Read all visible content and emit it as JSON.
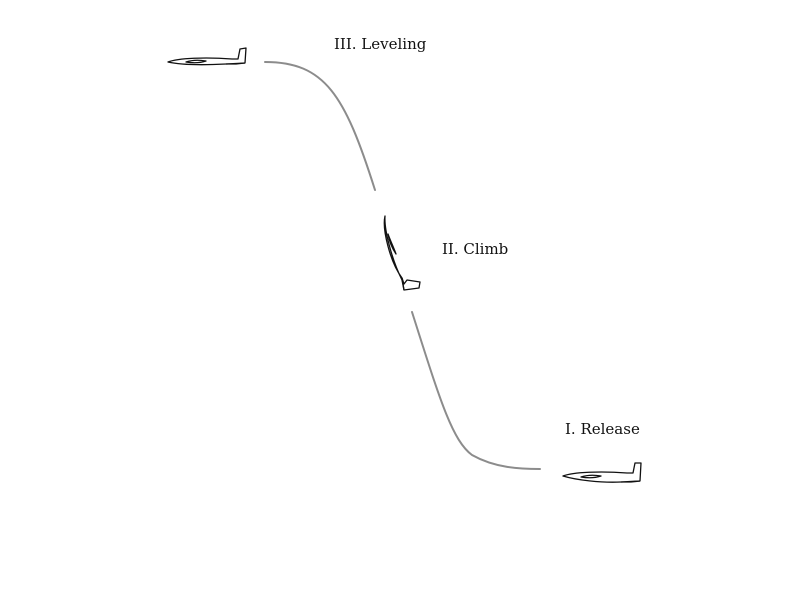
{
  "diagram": {
    "stages": [
      {
        "id": "release",
        "label": "I. Release"
      },
      {
        "id": "climb",
        "label": "II. Climb"
      },
      {
        "id": "leveling",
        "label": "III. Leveling"
      }
    ],
    "icons": {
      "aircraft": "glider-icon"
    },
    "colors": {
      "path": "#8c8c8c",
      "aircraft": "#111111",
      "text": "#111111",
      "background": "#ffffff"
    }
  }
}
